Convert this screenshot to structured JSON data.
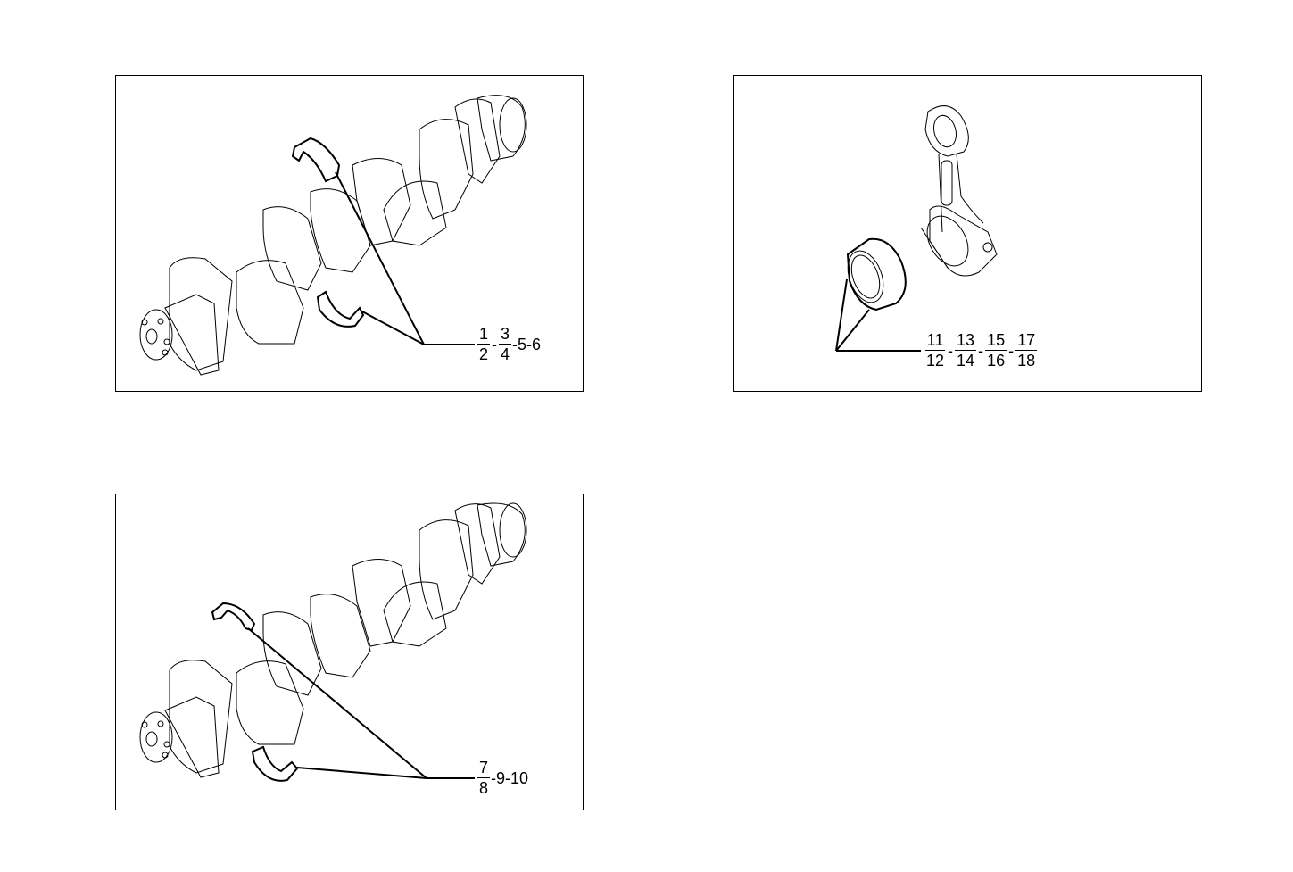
{
  "panels": [
    {
      "id": "crankshaft-main-bearings",
      "subject": "crankshaft with main bearing shells",
      "callout": {
        "fractions": [
          {
            "num": "1",
            "den": "2"
          },
          {
            "num": "3",
            "den": "4"
          }
        ],
        "suffix": "-5-6",
        "sep": "-"
      }
    },
    {
      "id": "connecting-rod-bearing",
      "subject": "connecting rod with big-end bearing shell",
      "callout": {
        "fractions": [
          {
            "num": "11",
            "den": "12"
          },
          {
            "num": "13",
            "den": "14"
          },
          {
            "num": "15",
            "den": "16"
          },
          {
            "num": "17",
            "den": "18"
          }
        ],
        "suffix": "",
        "sep": "-"
      }
    },
    {
      "id": "crankshaft-thrust-bearings",
      "subject": "crankshaft with thrust bearing shells",
      "callout": {
        "fractions": [
          {
            "num": "7",
            "den": "8"
          }
        ],
        "suffix": "-9-10",
        "sep": "-"
      }
    }
  ]
}
